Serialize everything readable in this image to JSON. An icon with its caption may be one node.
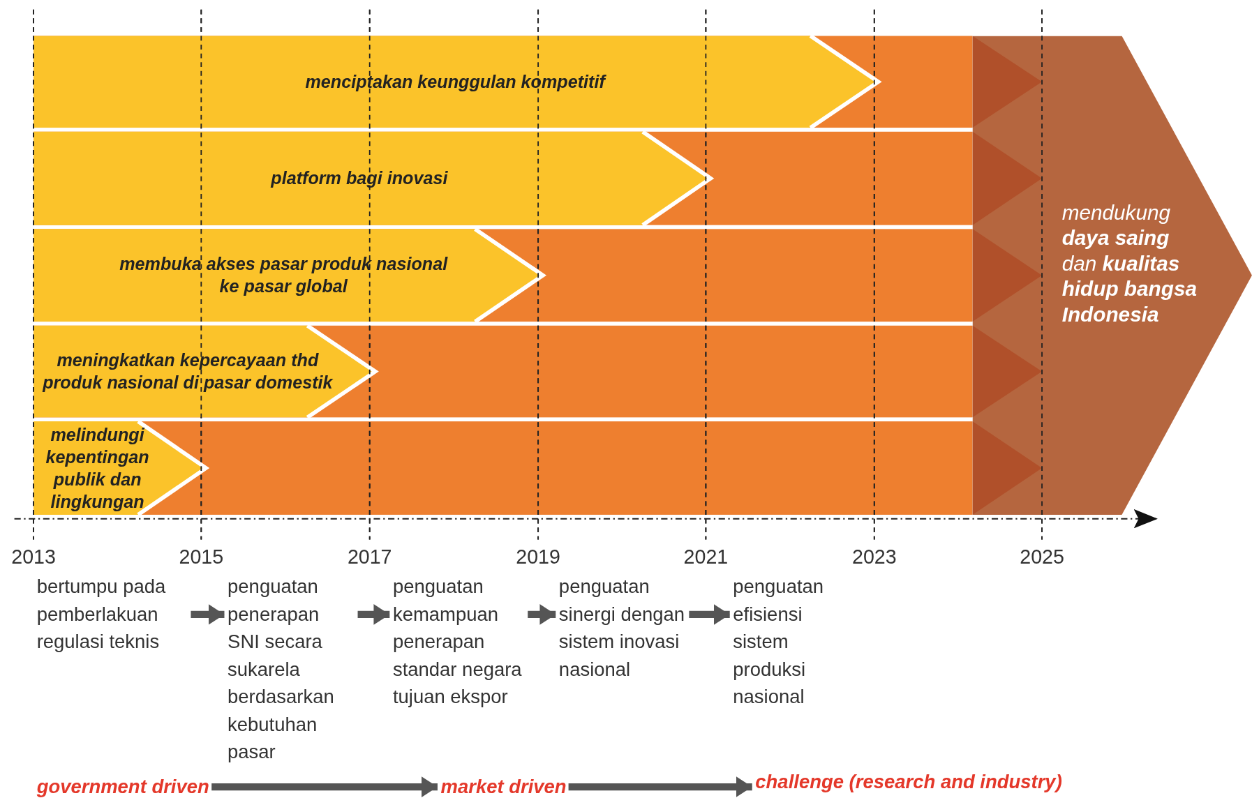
{
  "diagram": {
    "nodes": [
      {
        "text": [
          "menciptakan keunggulan kompetitif"
        ]
      },
      {
        "text": [
          "platform bagi inovasi"
        ]
      },
      {
        "text": [
          "membuka akses pasar produk nasional ke pasar global"
        ]
      },
      {
        "text": [
          "meningkatkan kepercayaan thd produk nasional di pasar domestik"
        ]
      },
      {
        "text": [
          "melindungi kepentingan publik dan lingkungan"
        ]
      },
      {
        "text": [
          "mendukung **daya saing** dan **kualitas hidup bangsa Indonesia**"
        ]
      },
      {
        "text": [
          "bertumpu pada pemberlakuan regulasi teknis"
        ]
      },
      {
        "text": [
          "penguatan penerapan SNI secara sukarela berdasarkan kebutuhan pasar"
        ]
      },
      {
        "text": [
          "penguatan kemampuan penerapan standar negara tujuan ekspor"
        ]
      },
      {
        "text": [
          "penguatan sinergi dengan sistem inovasi nasional"
        ]
      },
      {
        "text": [
          "penguatan efisiensi sistem produksi nasional"
        ]
      },
      {
        "text": [
          "government driven"
        ]
      },
      {
        "text": [
          "market driven"
        ]
      },
      {
        "text": [
          "challenge (research and industry)"
        ]
      }
    ],
    "edges": [
      {
        "from": 6,
        "to": 7,
        "arrow": "to"
      },
      {
        "from": 7,
        "to": 8,
        "arrow": "to"
      },
      {
        "from": 8,
        "to": 9,
        "arrow": "to"
      },
      {
        "from": 9,
        "to": 10,
        "arrow": "to"
      },
      {
        "from": 11,
        "to": 12,
        "arrow": "to"
      },
      {
        "from": 12,
        "to": 13,
        "arrow": "to"
      }
    ],
    "labels": [
      "2013",
      "2015",
      "2017",
      "2019",
      "2021",
      "2023",
      "2025"
    ]
  }
}
